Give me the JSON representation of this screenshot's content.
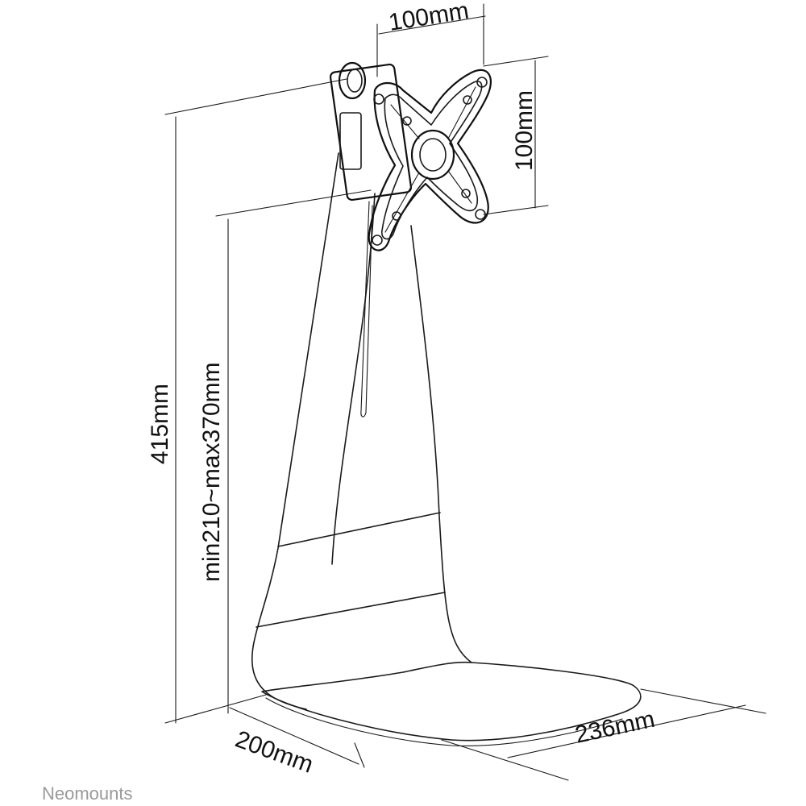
{
  "dimensions": {
    "vesa_width": "100mm",
    "vesa_height": "100mm",
    "total_height": "415mm",
    "adjustable_height": "min210~max370mm",
    "base_depth": "200mm",
    "base_width": "236mm"
  },
  "brand": {
    "name": "Neomounts"
  },
  "colors": {
    "line": "#1a1a1a",
    "brand_text": "#9a9a9a",
    "background": "#ffffff"
  }
}
